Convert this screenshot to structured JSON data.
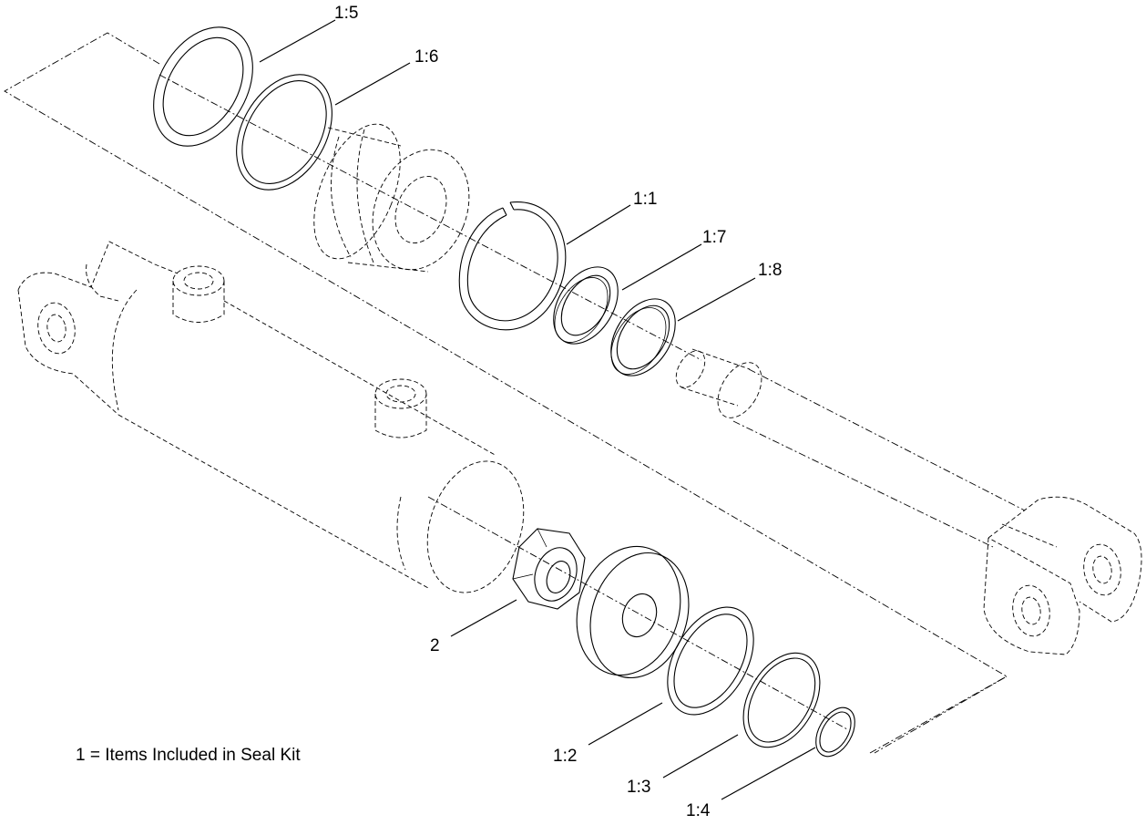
{
  "diagram": {
    "note": "1 = Items Included in Seal Kit",
    "callouts": [
      {
        "id": "c15",
        "text": "1:5"
      },
      {
        "id": "c16",
        "text": "1:6"
      },
      {
        "id": "c11",
        "text": "1:1"
      },
      {
        "id": "c17",
        "text": "1:7"
      },
      {
        "id": "c18",
        "text": "1:8"
      },
      {
        "id": "c2",
        "text": "2"
      },
      {
        "id": "c12",
        "text": "1:2"
      },
      {
        "id": "c13",
        "text": "1:3"
      },
      {
        "id": "c14",
        "text": "1:4"
      }
    ]
  }
}
